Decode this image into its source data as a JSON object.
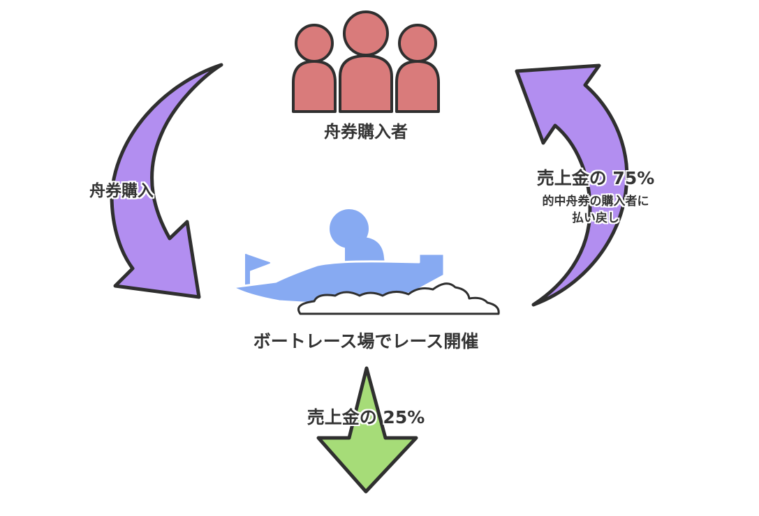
{
  "labels": {
    "buyers": "舟券購入者",
    "purchase": "舟券購入",
    "race": "ボートレース場でレース開催",
    "payout_main": "売上金の 75%",
    "payout_sub1": "的中舟券の購入者に",
    "payout_sub2": "払い戻し",
    "remainder": "売上金の 25%"
  },
  "colors": {
    "people": "#d97b7b",
    "left_arrow": "#b28ef0",
    "right_arrow": "#b28ef0",
    "boat": "#87aaf2",
    "down_arrow": "#a6dc78",
    "outline": "#2f2f2f",
    "text": "#333333"
  },
  "icons": [
    "people-group-icon",
    "boat-racer-icon",
    "curved-arrow-down-icon",
    "curved-arrow-up-icon",
    "down-arrow-icon"
  ]
}
